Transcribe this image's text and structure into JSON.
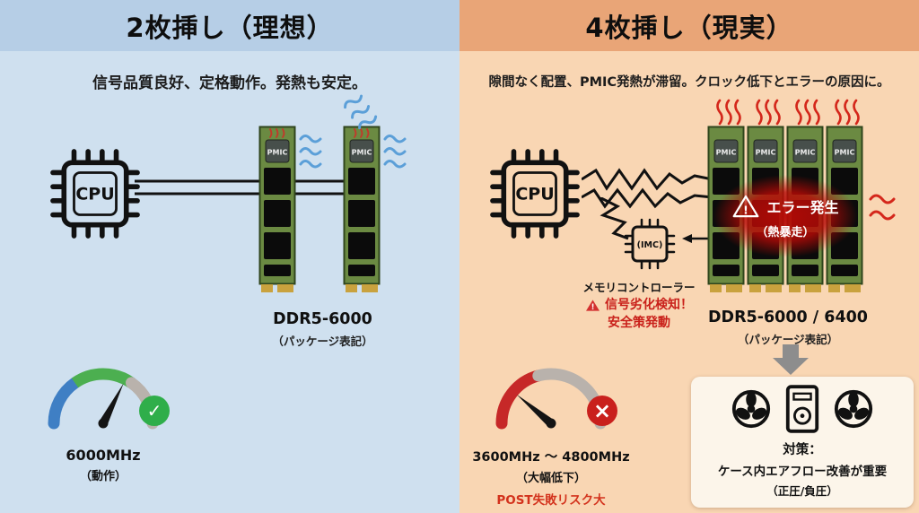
{
  "colors": {
    "left_bg": "#cfe0ef",
    "left_header_bg": "#b6cee6",
    "right_bg": "#f9d6b3",
    "right_header_bg": "#e9a577",
    "accent_red": "#c9201a",
    "check_green": "#2fae4a",
    "error_red": "#c9201d",
    "gauge_blue": "#3f7fc4",
    "gauge_green": "#4caf50",
    "gauge_gray": "#b9b2ac",
    "gauge_red": "#c62828",
    "pcb_green": "#6b8a42"
  },
  "left": {
    "title": "2枚挿し（理想）",
    "subtitle": "信号品質良好、定格動作。発熱も安定。",
    "cpu_label": "CPU",
    "pmic_label": "PMIC",
    "module_label": "DDR5-6000",
    "module_sublabel": "（パッケージ表記）",
    "gauge_value": "6000MHz",
    "gauge_sublabel": "（動作）",
    "check_glyph": "✓"
  },
  "right": {
    "title": "4枚挿し（現実）",
    "subtitle": "隙間なく配置、PMIC発熱が滞留。クロック低下とエラーの原因に。",
    "cpu_label": "CPU",
    "pmic_label": "PMIC",
    "imc_label": "(IMC)",
    "imc_caption": "メモリコントローラー",
    "warning_icon": "!",
    "warning_line1": "信号劣化検知！",
    "warning_line2": "安全策発動",
    "error_icon": "!",
    "error_line1": "エラー発生",
    "error_line2": "（熱暴走）",
    "module_label": "DDR5-6000 / 6400",
    "module_sublabel": "（パッケージ表記）",
    "gauge_value": "3600MHz ～ 4800MHz",
    "gauge_sublabel": "（大幅低下）",
    "gauge_risk": "POST失敗リスク大",
    "cross_glyph": "×",
    "remedy_title": "対策：",
    "remedy_line1": "ケース内エアフロー改善が重要",
    "remedy_line2": "（正圧/負圧）"
  }
}
